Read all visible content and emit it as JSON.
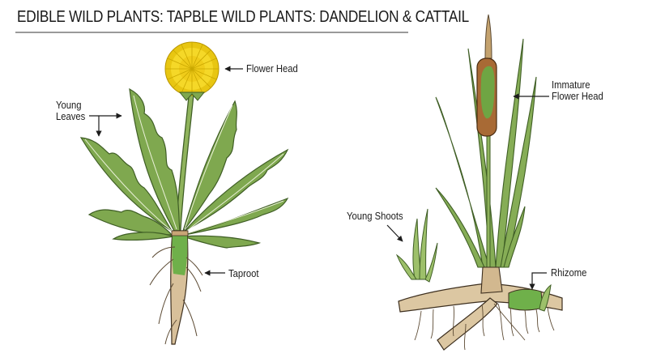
{
  "title": "EDIBLE WILD PLANTS: TAPBLE WILD PLANTS: DANDELION & CATTAIL",
  "colors": {
    "leaf_green": "#7fa84f",
    "leaf_dark": "#3f5e25",
    "flower_yellow": "#f2d21a",
    "root_tan": "#d8c09a",
    "cattail_brown": "#a86a35",
    "line": "#2b2b2b"
  },
  "dandelion": {
    "labels": {
      "flower_head": "Flower Head",
      "young_leaves_line1": "Young",
      "young_leaves_line2": "Leaves",
      "taproot": "Taproot"
    }
  },
  "cattail": {
    "labels": {
      "immature_line1": "Immature",
      "immature_line2": "Flower Head",
      "young_shoots": "Young Shoots",
      "rhizome": "Rhizome"
    }
  }
}
